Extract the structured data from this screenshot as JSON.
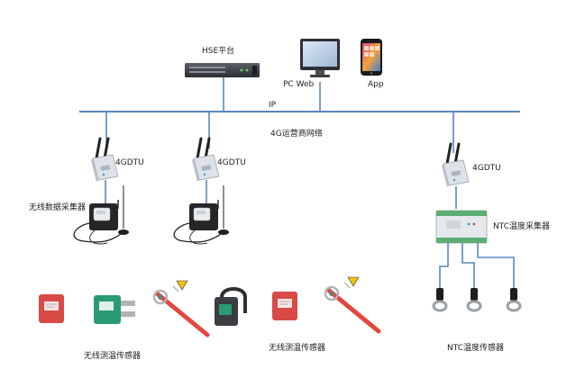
{
  "nodes": {
    "hse_platform": "HSE平台",
    "pc_web": "PC Web",
    "app": "App",
    "ip": "IP",
    "network": "4G运营商网络",
    "dtu_1": "4GDTU",
    "dtu_2": "4GDTU",
    "dtu_3": "4GDTU",
    "wireless_collector": "无线数据采集器",
    "ntc_collector": "NTC温度采集器",
    "wireless_sensor_1": "无线测温传感器",
    "wireless_sensor_2": "无线测温传感器",
    "ntc_sensor": "NTC温度传感器"
  },
  "colors": {
    "bus_line": "#5a86bd",
    "sensor_red": "#d94a45",
    "sensor_green": "#2a9b74",
    "strap_red": "#e4473e",
    "warning_yellow": "#f0c21a",
    "dtu_body": "#dde2e8",
    "device_dark": "#222222",
    "collector_green": "#5cae74"
  }
}
